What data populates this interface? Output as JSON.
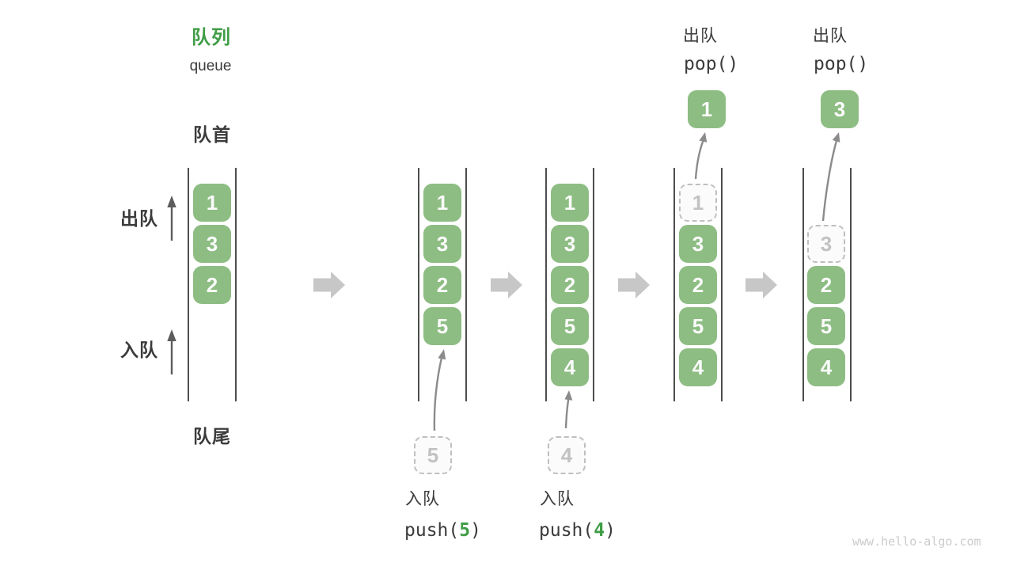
{
  "header": {
    "title": "队列",
    "subtitle": "queue"
  },
  "labels": {
    "front": "队首",
    "rear": "队尾",
    "dequeue_side": "出队",
    "enqueue_side": "入队"
  },
  "queues": {
    "q1": {
      "boxes": [
        "1",
        "3",
        "2"
      ]
    },
    "q2": {
      "boxes": [
        "1",
        "3",
        "2",
        "5"
      ]
    },
    "q3": {
      "boxes": [
        "1",
        "3",
        "2",
        "5",
        "4"
      ]
    },
    "q4": {
      "ghost": "1",
      "boxes": [
        "3",
        "2",
        "5",
        "4"
      ],
      "popped": "1"
    },
    "q5": {
      "ghost": "3",
      "boxes": [
        "2",
        "5",
        "4"
      ],
      "popped": "3"
    }
  },
  "ops": {
    "push5": {
      "label": "入队",
      "fn": "push(",
      "arg": "5",
      "close": ")",
      "pending": "5"
    },
    "push4": {
      "label": "入队",
      "fn": "push(",
      "arg": "4",
      "close": ")",
      "pending": "4"
    },
    "pop1": {
      "label": "出队",
      "code": "pop()"
    },
    "pop2": {
      "label": "出队",
      "code": "pop()"
    }
  },
  "icons": {
    "flow": "right-block-arrow",
    "push": "curved-up-arrow",
    "pop": "curved-up-arrow",
    "direction": "up-arrow"
  },
  "watermark": "www.hello-algo.com",
  "colors": {
    "accent_green": "#3f9d45",
    "element_green": "#8dbd83",
    "element_text": "#fbfbfb",
    "channel_line": "#4d4d4d",
    "flow_arrow_gray": "#c7c7c7",
    "ghost_border": "#bfbfbf",
    "ghost_text": "#c2c2c2",
    "text_dark": "#3b3b3b",
    "op_arrow_gray": "#8b8b8b",
    "watermark_gray": "#cbcbcb"
  }
}
